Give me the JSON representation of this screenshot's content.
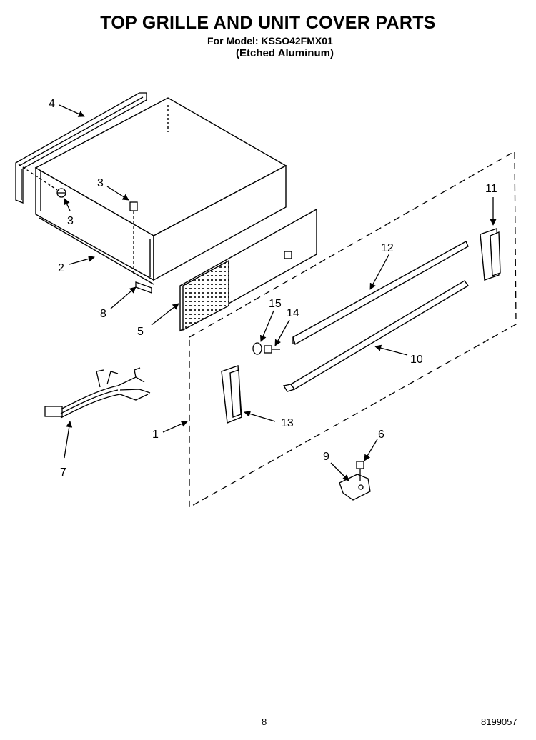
{
  "header": {
    "title": "TOP GRILLE AND UNIT COVER PARTS",
    "model_line": "For Model: KSSO42FMX01",
    "finish": "(Etched Aluminum)"
  },
  "footer": {
    "page_number": "8",
    "document_number": "8199057"
  },
  "callouts": {
    "c1": "1",
    "c2": "2",
    "c3a": "3",
    "c3b": "3",
    "c4": "4",
    "c5": "5",
    "c6": "6",
    "c7": "7",
    "c8": "8",
    "c9": "9",
    "c10": "10",
    "c11": "11",
    "c12": "12",
    "c13": "13",
    "c14": "14",
    "c15": "15"
  }
}
